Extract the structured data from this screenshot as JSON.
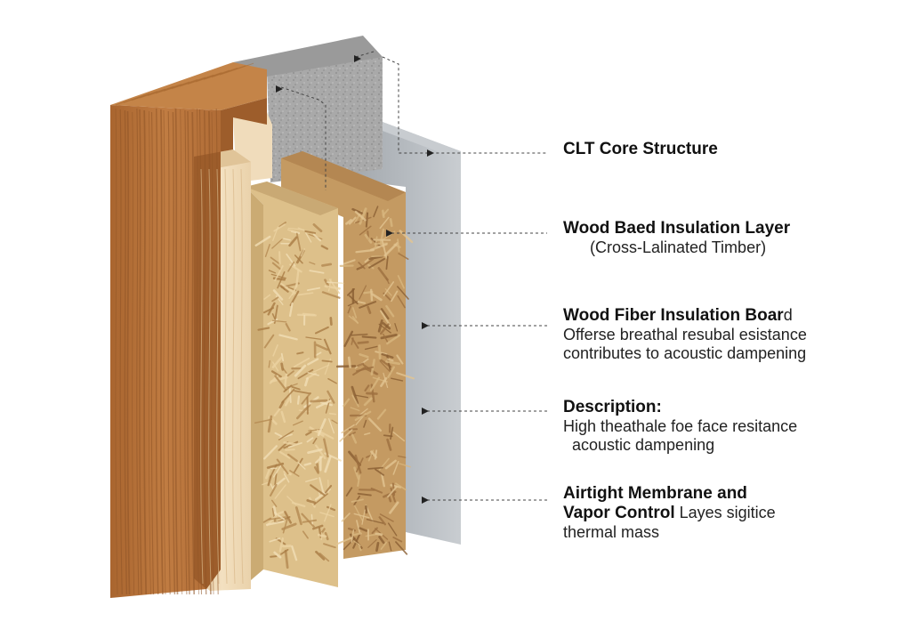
{
  "labels": [
    {
      "id": "clt-core",
      "lines": [
        {
          "parts": [
            {
              "text": "CLT Core Structure",
              "bold": true
            }
          ]
        }
      ]
    },
    {
      "id": "wood-based-insulation",
      "lines": [
        {
          "parts": [
            {
              "text": "Wood Baed Insulation Layer",
              "bold": true
            }
          ]
        },
        {
          "parts": [
            {
              "text": "(Cross-Lalinated Timber)",
              "bold": false
            }
          ]
        }
      ]
    },
    {
      "id": "wood-fiber-board",
      "lines": [
        {
          "parts": [
            {
              "text": "Wood Fiber Insulation Boar",
              "bold": true
            },
            {
              "text": "d",
              "bold": false
            }
          ]
        },
        {
          "parts": [
            {
              "text": "Offerse breathal resubal esistance",
              "bold": false
            }
          ]
        },
        {
          "parts": [
            {
              "text": "contributes to acoustic dampening",
              "bold": false
            }
          ]
        }
      ]
    },
    {
      "id": "description",
      "lines": [
        {
          "parts": [
            {
              "text": "Description:",
              "bold": true
            }
          ]
        },
        {
          "parts": [
            {
              "text": "High theathale foe face resitance",
              "bold": false
            }
          ]
        },
        {
          "parts": [
            {
              "text": "acoustic dampening",
              "bold": false
            }
          ]
        }
      ]
    },
    {
      "id": "airtight-membrane",
      "lines": [
        {
          "parts": [
            {
              "text": "Airtight Membrane and",
              "bold": true
            }
          ]
        },
        {
          "parts": [
            {
              "text": "Vapor Control",
              "bold": true
            },
            {
              "text": " Layes sigitice",
              "bold": false
            }
          ]
        },
        {
          "parts": [
            {
              "text": "thermal mass",
              "bold": false
            }
          ]
        }
      ]
    }
  ],
  "colors": {
    "clt": "#b8743d",
    "clt_grain": "#8e5427",
    "concrete": "#a8a8a8",
    "membrane": "#a9aeb3",
    "osb_dark": "#c49a62",
    "osb_light": "#ddc08a",
    "pine": "#efd9b4",
    "leader": "#444444"
  }
}
